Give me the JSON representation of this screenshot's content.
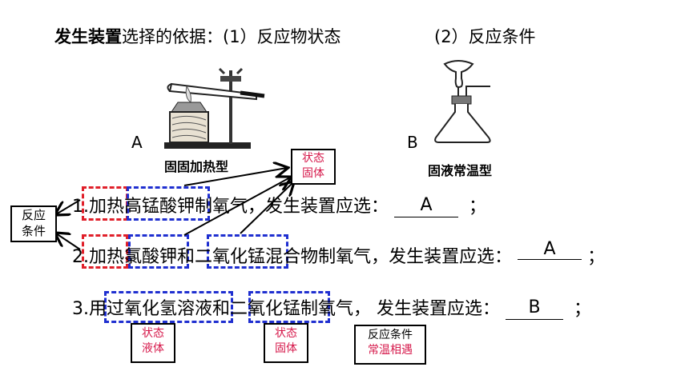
{
  "heading": {
    "bold": "发生装置",
    "rest": "选择的依据：(1）反应物状态",
    "item2": "(2）反应条件"
  },
  "apparatus": {
    "a_letter": "A",
    "a_title": "固固加热型",
    "b_letter": "B",
    "b_title": "固液常温型"
  },
  "boxes": {
    "state_solid_top": [
      "状态",
      "固体"
    ],
    "condition_left": [
      "反应",
      "条件"
    ],
    "state_liquid": [
      "状态",
      "液体"
    ],
    "state_solid_bottom": [
      "状态",
      "固体"
    ],
    "condition_bottom": [
      "反应条件",
      "常温相遇"
    ]
  },
  "lines": [
    {
      "prefix": "1.",
      "p1": "加热",
      "p2": "高锰酸钾",
      "p3": "制氧气，发生装置应选：",
      "answer": "A",
      "end": "；"
    },
    {
      "prefix": "2.",
      "p1": "加热",
      "p2": "氯酸钾",
      "mid": "和",
      "p3": "二氧化锰",
      "p4": "混合物制氧气，发生装置应选：",
      "answer": "A",
      "end": "；"
    },
    {
      "prefix": "3.用",
      "p2": "过氧化氢溶液",
      "mid": "和",
      "p3": "二氧化锰",
      "p4": "制氧气，  发生装置应选：",
      "answer": "B",
      "end": "；"
    }
  ],
  "colors": {
    "red_dash": "#e0202a",
    "blue_dash": "#1f2fd0",
    "box_text": "#d6194b"
  }
}
